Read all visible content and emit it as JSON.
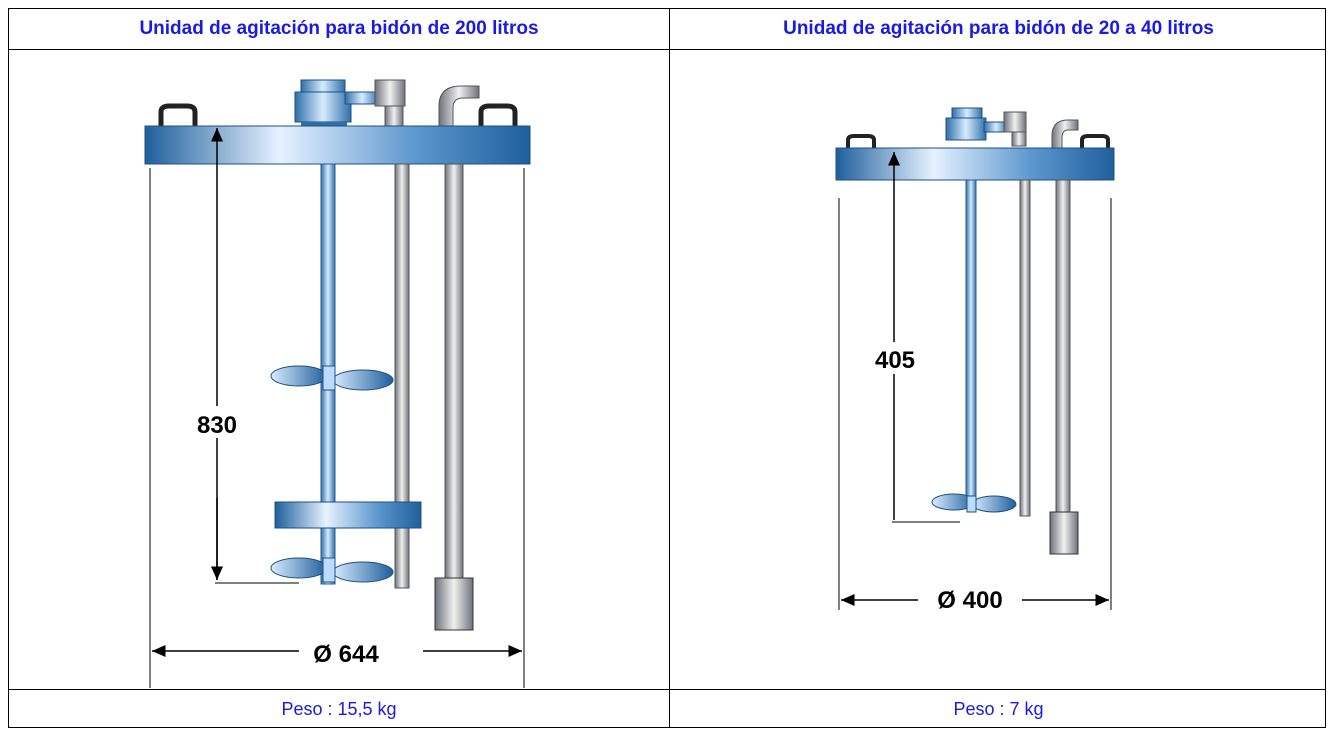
{
  "left": {
    "title": "Unidad de agitación para bidón de 200 litros",
    "height_label": "830",
    "diameter_label": "Ø 644",
    "weight": "Peso : 15,5 kg"
  },
  "right": {
    "title": "Unidad de agitación para bidón de 20 a 40 litros",
    "height_label": "405",
    "diameter_label": "Ø 400",
    "weight": "Peso : 7 kg"
  },
  "colors": {
    "title_text": "#1a1ae6",
    "flange_dark": "#1f5f9c",
    "flange_light": "#e6f2ff",
    "pipe": "#8a8f96"
  }
}
